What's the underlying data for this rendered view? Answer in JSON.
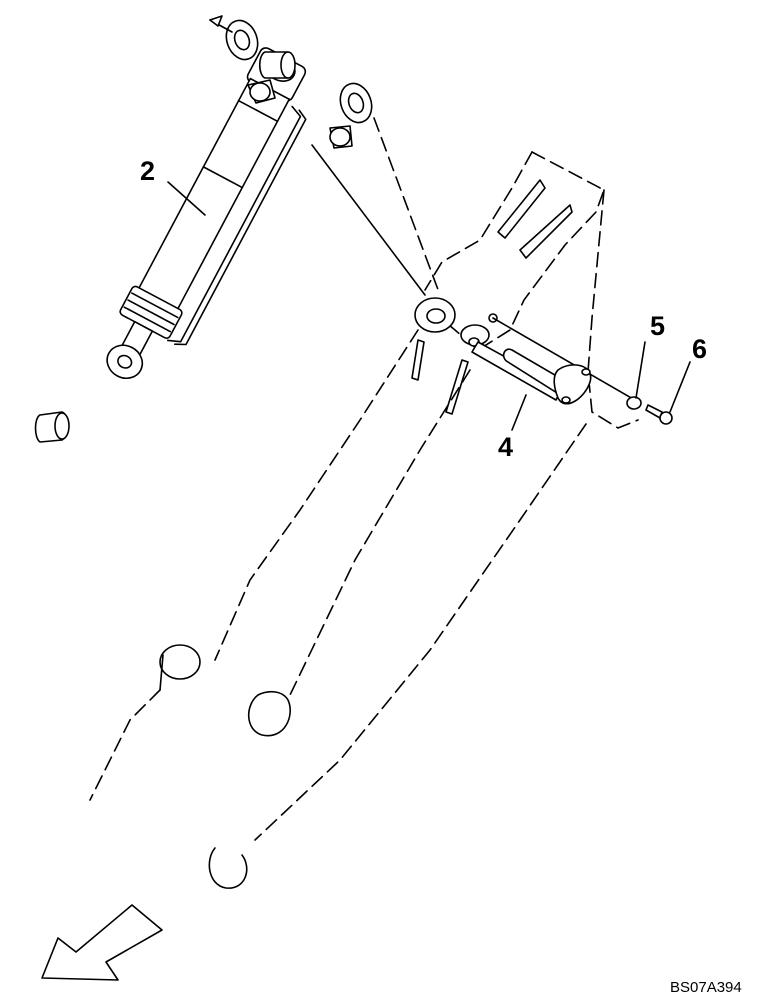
{
  "callouts": {
    "c2": "2",
    "c4": "4",
    "c5": "5",
    "c6": "6"
  },
  "drawing_code": "BS07A394",
  "colors": {
    "ink": "#000000",
    "paper": "#ffffff"
  }
}
